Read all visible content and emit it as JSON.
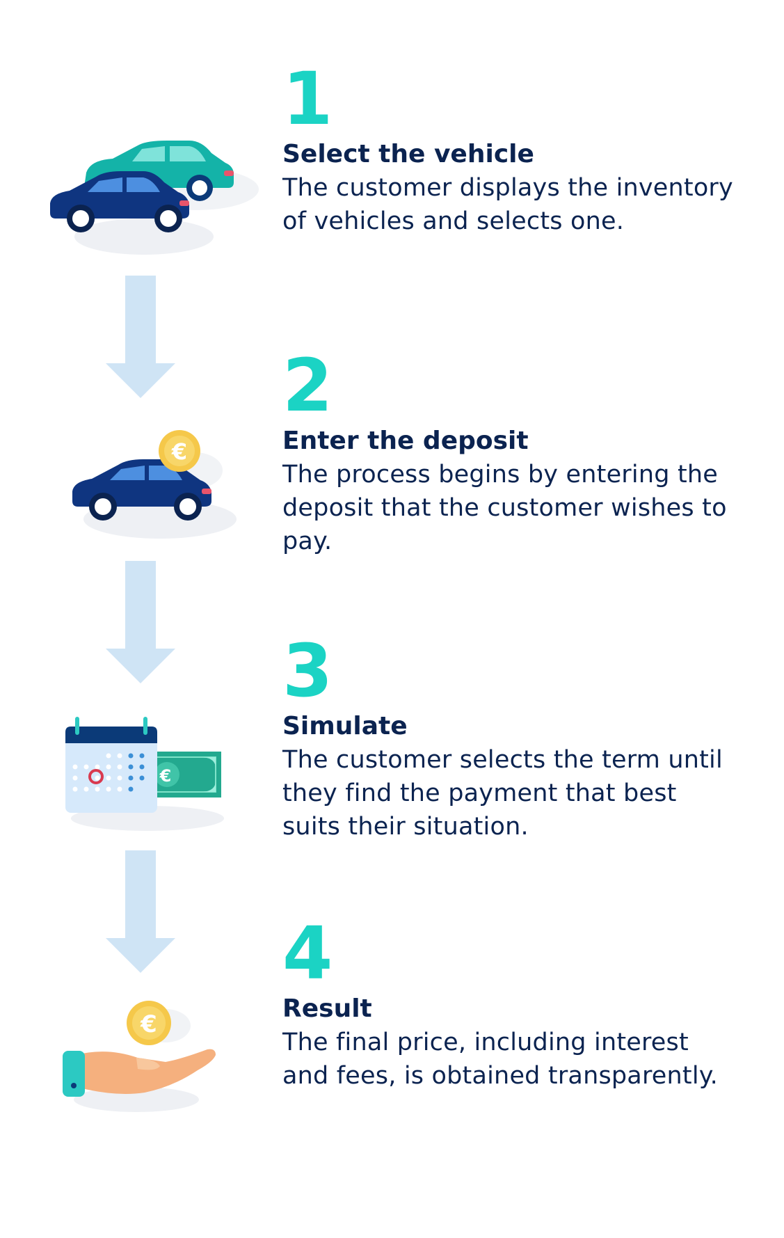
{
  "colors": {
    "number": "#1bd3c4",
    "heading": "#0b2350",
    "body": "#0b2350",
    "arrow": "#cfe4f5",
    "car_dark": "#0f3580",
    "car_teal": "#14b3a8",
    "coin": "#f5c84a",
    "banknote": "#23a98f",
    "calendar_header": "#0b3a78",
    "calendar_body": "#d6e9fb",
    "calendar_marker": "#d93a4f",
    "hand_skin": "#f5b07e",
    "cuff": "#2cc9c2"
  },
  "icons": {
    "vehicles": "two-cars-icon",
    "deposit": "car-with-coin-icon",
    "simulate": "calendar-banknote-icon",
    "result": "hand-coin-icon"
  },
  "steps": [
    {
      "number": "1",
      "title": "Select the vehicle",
      "description": "The customer displays the inventory of vehicles and selects one."
    },
    {
      "number": "2",
      "title": "Enter the deposit",
      "description": "The process begins by entering the deposit that the customer wishes to pay."
    },
    {
      "number": "3",
      "title": "Simulate",
      "description": "The customer selects the term until they find the payment that best suits their situation."
    },
    {
      "number": "4",
      "title": "Result",
      "description": "The final price, including interest and fees, is obtained transparently."
    }
  ],
  "currency_symbol": "€"
}
